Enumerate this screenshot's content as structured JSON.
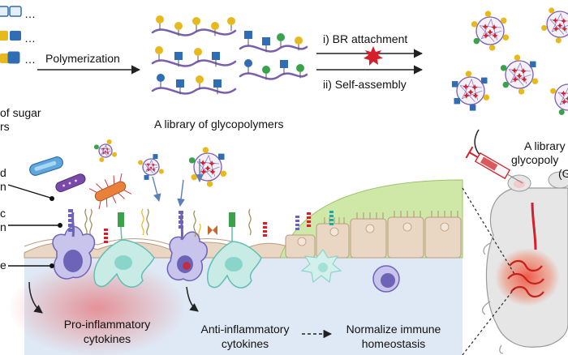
{
  "top": {
    "sugar_label_line1": "of sugar",
    "sugar_label_line2": "rs",
    "polymerization": "Polymerization",
    "library_glycopolymers": "A library of glycopolymers",
    "step1": "i) BR attachment",
    "step2": "ii) Self-assembly",
    "library_np_line1": "A library",
    "library_np_line2": "glycopoly",
    "library_np_line3": "(G"
  },
  "left_labels": {
    "label_a": "d",
    "label_a2": "n",
    "label_b": "c",
    "label_b2": "n",
    "label_c": "e"
  },
  "bottom": {
    "pro_line1": "Pro-inflammatory",
    "pro_line2": "cytokines",
    "anti_line1": "Anti-inflammatory",
    "anti_line2": "cytokines",
    "norm_line1": "Normalize immune",
    "norm_line2": "homeostasis"
  },
  "colors": {
    "galactose_yellow": "#e8b91c",
    "glucose_blue": "#2f6db5",
    "fucose_green": "#3aa24a",
    "bilirubin_red": "#d3202a",
    "polymer_purple": "#7a5fb0",
    "mucosa_tan": "#ead7c3",
    "lamina_blue": "#dfe9f5",
    "epithelium_green": "#cfe8a8",
    "inflammation_red": "#e84b4b"
  }
}
